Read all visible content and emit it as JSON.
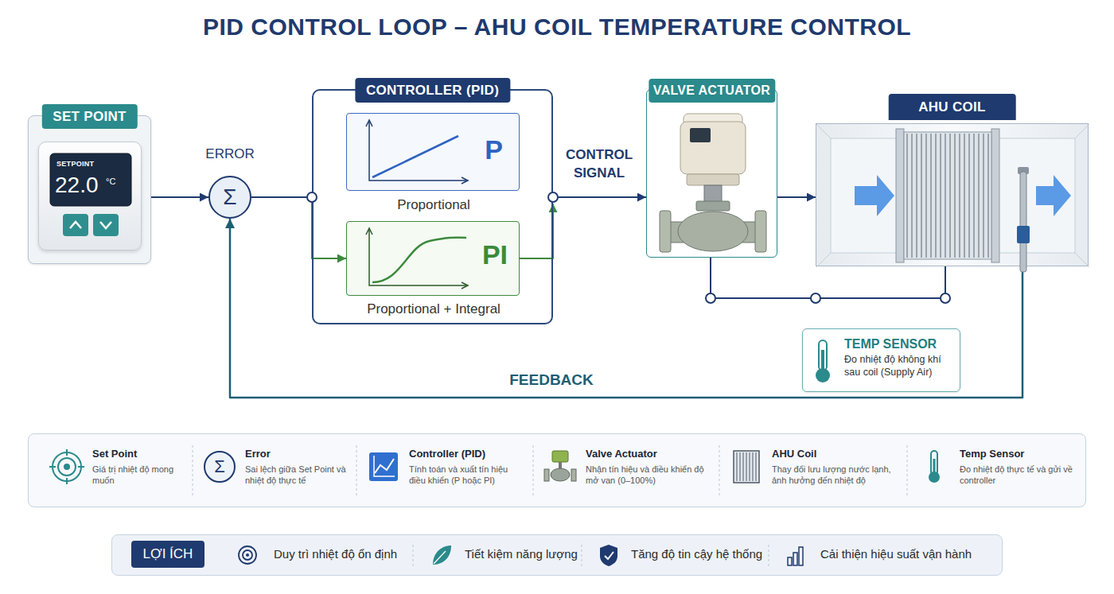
{
  "diagram": {
    "title": "PID CONTROL LOOP – AHU COIL TEMPERATURE CONTROL",
    "nodes": [
      {
        "text": [
          "SET POINT"
        ]
      },
      {
        "text": [
          "SETPOINT",
          "22.0",
          "°C"
        ],
        "in": 0
      },
      {
        "text": [
          "ERROR",
          "Σ"
        ]
      },
      {
        "text": [
          "CONTROLLER (PID)"
        ]
      },
      {
        "text": [
          "P",
          "Proportional"
        ],
        "in": 3
      },
      {
        "text": [
          "PI",
          "Proportional + Integral"
        ],
        "in": 3
      },
      {
        "text": [
          "VALVE ACTUATOR"
        ]
      },
      {
        "text": [
          "AHU COIL"
        ]
      },
      {
        "text": [
          "TEMP SENSOR",
          "Đo nhiệt độ không khí sau coil (Supply Air)"
        ]
      },
      {
        "text": [
          "Set Point",
          "Giá trị nhiệt độ mong muốn"
        ]
      },
      {
        "text": [
          "Error",
          "Sai lệch giữa Set Point và nhiệt độ thực tế"
        ]
      },
      {
        "text": [
          "Controller (PID)",
          "Tính toán và xuất tín hiệu điều khiển (P hoặc PI)"
        ]
      },
      {
        "text": [
          "Valve Actuator",
          "Nhận tín hiệu và điều khiển độ mở van (0–100%)"
        ]
      },
      {
        "text": [
          "AHU Coil",
          "Thay đổi lưu lượng nước lạnh, ảnh hưởng đến nhiệt độ"
        ]
      },
      {
        "text": [
          "Temp Sensor",
          "Đo nhiệt độ thực tế và gửi về controller"
        ]
      },
      {
        "text": [
          "Duy trì nhiệt độ ổn định",
          "Tiết kiệm năng lượng",
          "Tăng độ tin cậy hệ thống",
          "Cải thiện hiệu suất vận hành"
        ]
      },
      {
        "text": [
          "LỢI ÍCH"
        ],
        "in": 15
      }
    ],
    "edges": [
      {
        "from": 0,
        "to": 2,
        "arrow": "to"
      },
      {
        "from": 2,
        "to": 3,
        "arrow": "none"
      },
      {
        "from": 3,
        "to": 5,
        "arrow": "to"
      },
      {
        "from": 5,
        "to": 3,
        "arrow": "to"
      },
      {
        "from": 3,
        "to": 6,
        "label": "CONTROL SIGNAL",
        "arrow": "to"
      },
      {
        "from": 6,
        "to": 7,
        "arrow": "to"
      },
      {
        "from": 6,
        "to": 7,
        "arrow": "none"
      },
      {
        "from": 7,
        "to": 2,
        "label": "FEEDBACK",
        "arrow": "to"
      }
    ],
    "labels": [
      "Σ"
    ]
  }
}
